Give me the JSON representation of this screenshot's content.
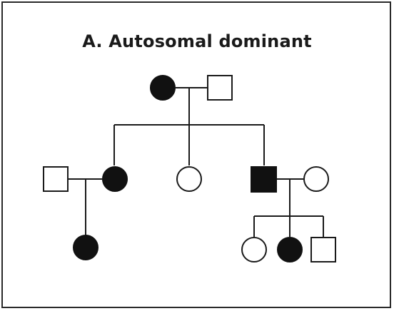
{
  "title": "A. Autosomal dominant",
  "colors": {
    "affected": "#111111",
    "unaffected": "#ffffff",
    "line": "#1a1a1a",
    "border": "#2a2a2a"
  },
  "individuals": [
    {
      "id": "I-1",
      "generation": "I",
      "sex": "female",
      "affected": true
    },
    {
      "id": "I-2",
      "generation": "I",
      "sex": "male",
      "affected": false
    },
    {
      "id": "II-1",
      "generation": "II",
      "sex": "male",
      "affected": false
    },
    {
      "id": "II-2",
      "generation": "II",
      "sex": "female",
      "affected": true
    },
    {
      "id": "II-3",
      "generation": "II",
      "sex": "female",
      "affected": false
    },
    {
      "id": "II-4",
      "generation": "II",
      "sex": "male",
      "affected": true
    },
    {
      "id": "II-5",
      "generation": "II",
      "sex": "female",
      "affected": false
    },
    {
      "id": "III-1",
      "generation": "III",
      "sex": "female",
      "affected": true
    },
    {
      "id": "III-2",
      "generation": "III",
      "sex": "female",
      "affected": false
    },
    {
      "id": "III-3",
      "generation": "III",
      "sex": "female",
      "affected": true
    },
    {
      "id": "III-4",
      "generation": "III",
      "sex": "male",
      "affected": false
    }
  ]
}
